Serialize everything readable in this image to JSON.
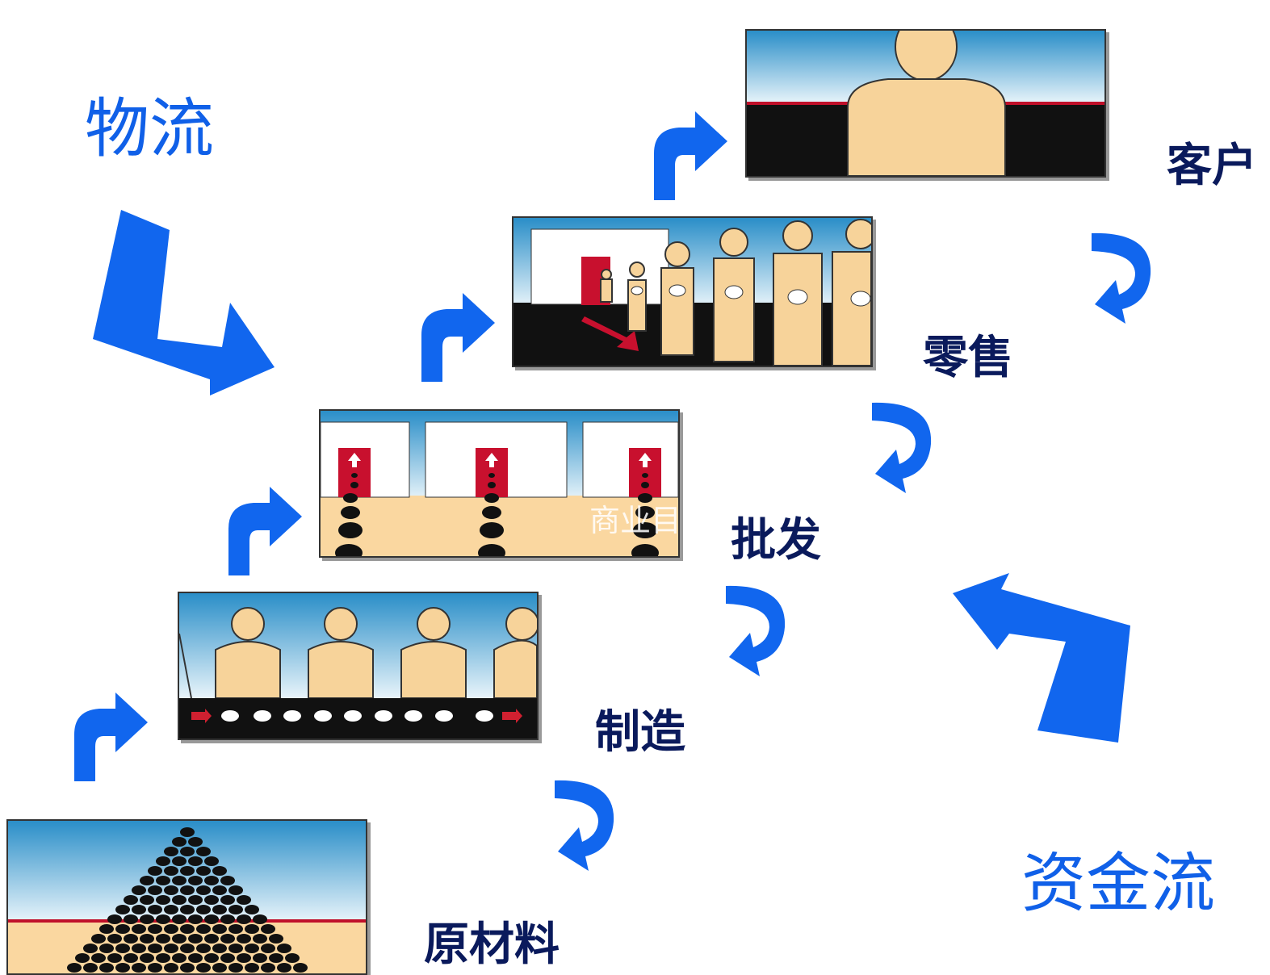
{
  "flows": {
    "material_flow": "物流",
    "capital_flow": "资金流"
  },
  "stages": {
    "raw_material": "原材料",
    "manufacturing": "制造",
    "wholesale": "批发",
    "retail": "零售",
    "customer": "客户"
  },
  "watermark": "商业目",
  "colors": {
    "arrow_blue": "#1166ee",
    "label_navy": "#0a1a5c",
    "sky_top": "#2a8ec8",
    "sand": "#fad7a0",
    "skin": "#f7d39a"
  }
}
